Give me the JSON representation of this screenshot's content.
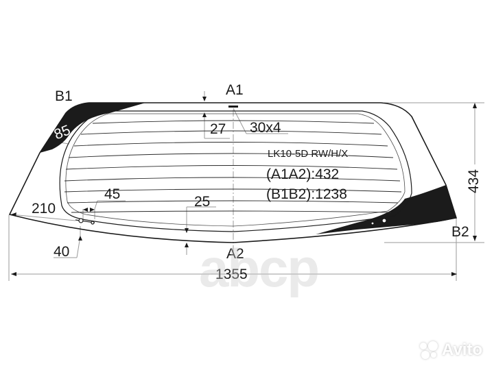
{
  "drawing": {
    "part_code": "LK10-5D RW/H/X",
    "points": {
      "a1": "A1",
      "a2": "A2",
      "b1": "B1",
      "b2": "B2"
    },
    "dimensions": {
      "overall_width": "1355",
      "overall_height": "434",
      "a1a2": "(A1A2):432",
      "b1b2": "(B1B2):1238",
      "top_offset": "27",
      "sensor_size": "30x4",
      "corner_band": "85",
      "bottom_offset": "25",
      "connector_spacing": "45",
      "left_corner": "210",
      "bottom_left": "40"
    },
    "colors": {
      "line": "#1a1a1a",
      "dimension_line": "#9a9a9a",
      "ceramic_band": "#1b1b1b",
      "background": "#ffffff"
    }
  },
  "watermarks": {
    "center": "abcp",
    "corner": "Avito"
  }
}
